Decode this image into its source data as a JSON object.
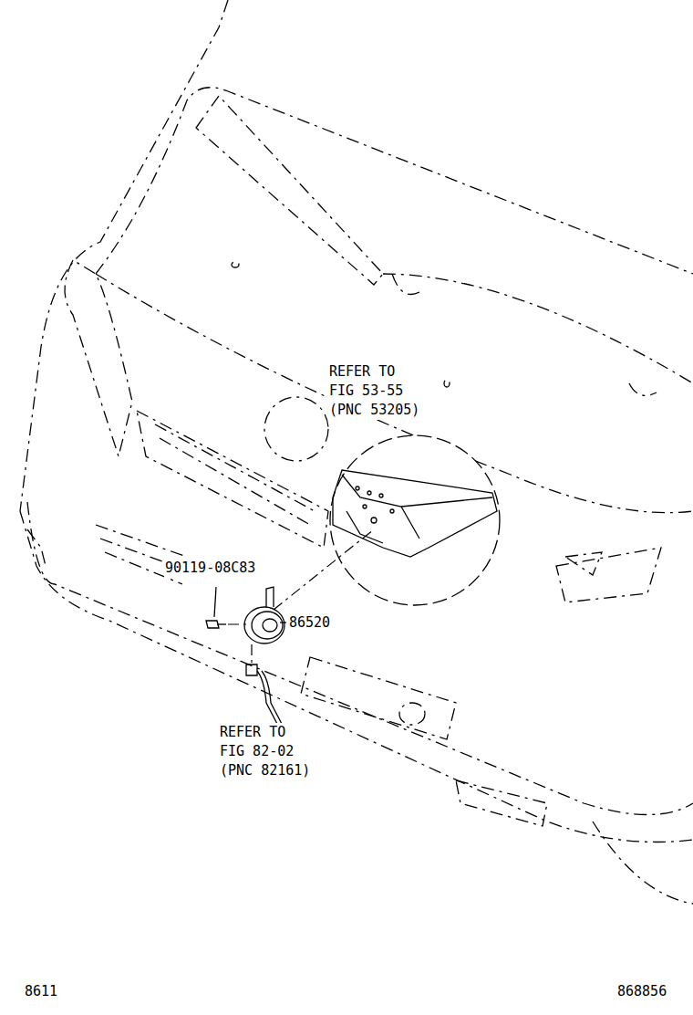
{
  "diagram": {
    "labels": [
      "REFER TO FIG 53-55 (PNC 53205)",
      "90119-08C83",
      "86520",
      "REFER TO FIG 82-02 (PNC 82161)",
      "8611",
      "868856"
    ]
  }
}
